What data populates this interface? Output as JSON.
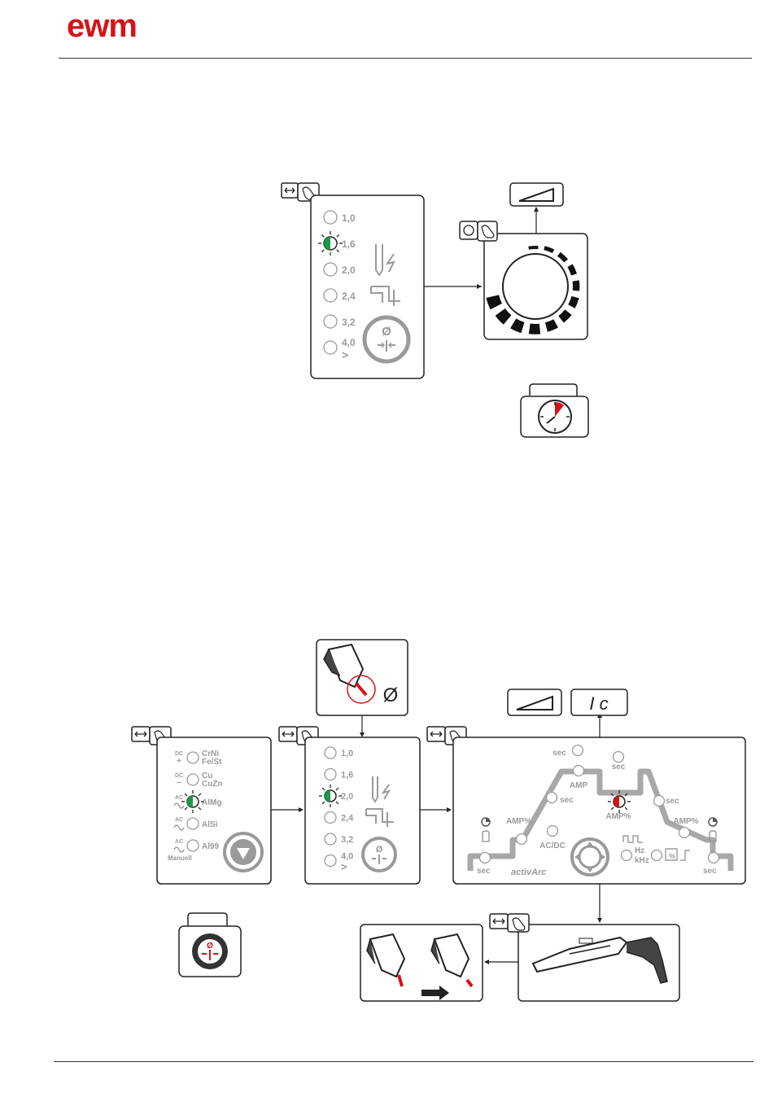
{
  "header": {
    "logo_text": "ewm"
  },
  "colors": {
    "brand_red": "#d51317",
    "led_green": "#1a9a4a",
    "panel_gray": "#9a9a9a",
    "stroke": "#222222"
  },
  "diagram1": {
    "electrode_diameters": [
      "1,0",
      "1,6",
      "2,0",
      "2,4",
      "3,2",
      "4,0"
    ],
    "greater_than": ">",
    "active_diameter": "1,6",
    "diameter_symbol": "Ø"
  },
  "diagram2": {
    "materials": [
      {
        "polarity": "DC",
        "sign": "+",
        "name1": "CrNi",
        "name2": "Fe/St"
      },
      {
        "polarity": "DC",
        "sign": "−",
        "name1": "Cu",
        "name2": "CuZn"
      },
      {
        "polarity": "AC",
        "sign": "",
        "name1": "AlMg",
        "name2": ""
      },
      {
        "polarity": "AC",
        "sign": "",
        "name1": "AlSi",
        "name2": ""
      },
      {
        "polarity": "AC",
        "sign": "",
        "name1": "Al99",
        "name2": ""
      }
    ],
    "manual_label": "Manuell",
    "electrode_diameters": [
      "1,0",
      "1,6",
      "2,0",
      "2,4",
      "3,2",
      "4,0"
    ],
    "greater_than": ">",
    "diameter_symbol": "Ø",
    "display_text": "I  c",
    "sequence": {
      "sec": "sec",
      "amp": "AMP",
      "amp_pct": "AMP%",
      "acdc": "AC/DC",
      "activarc": "activArc",
      "hz": "Hz",
      "khz": "kHz",
      "pct": "%"
    }
  }
}
